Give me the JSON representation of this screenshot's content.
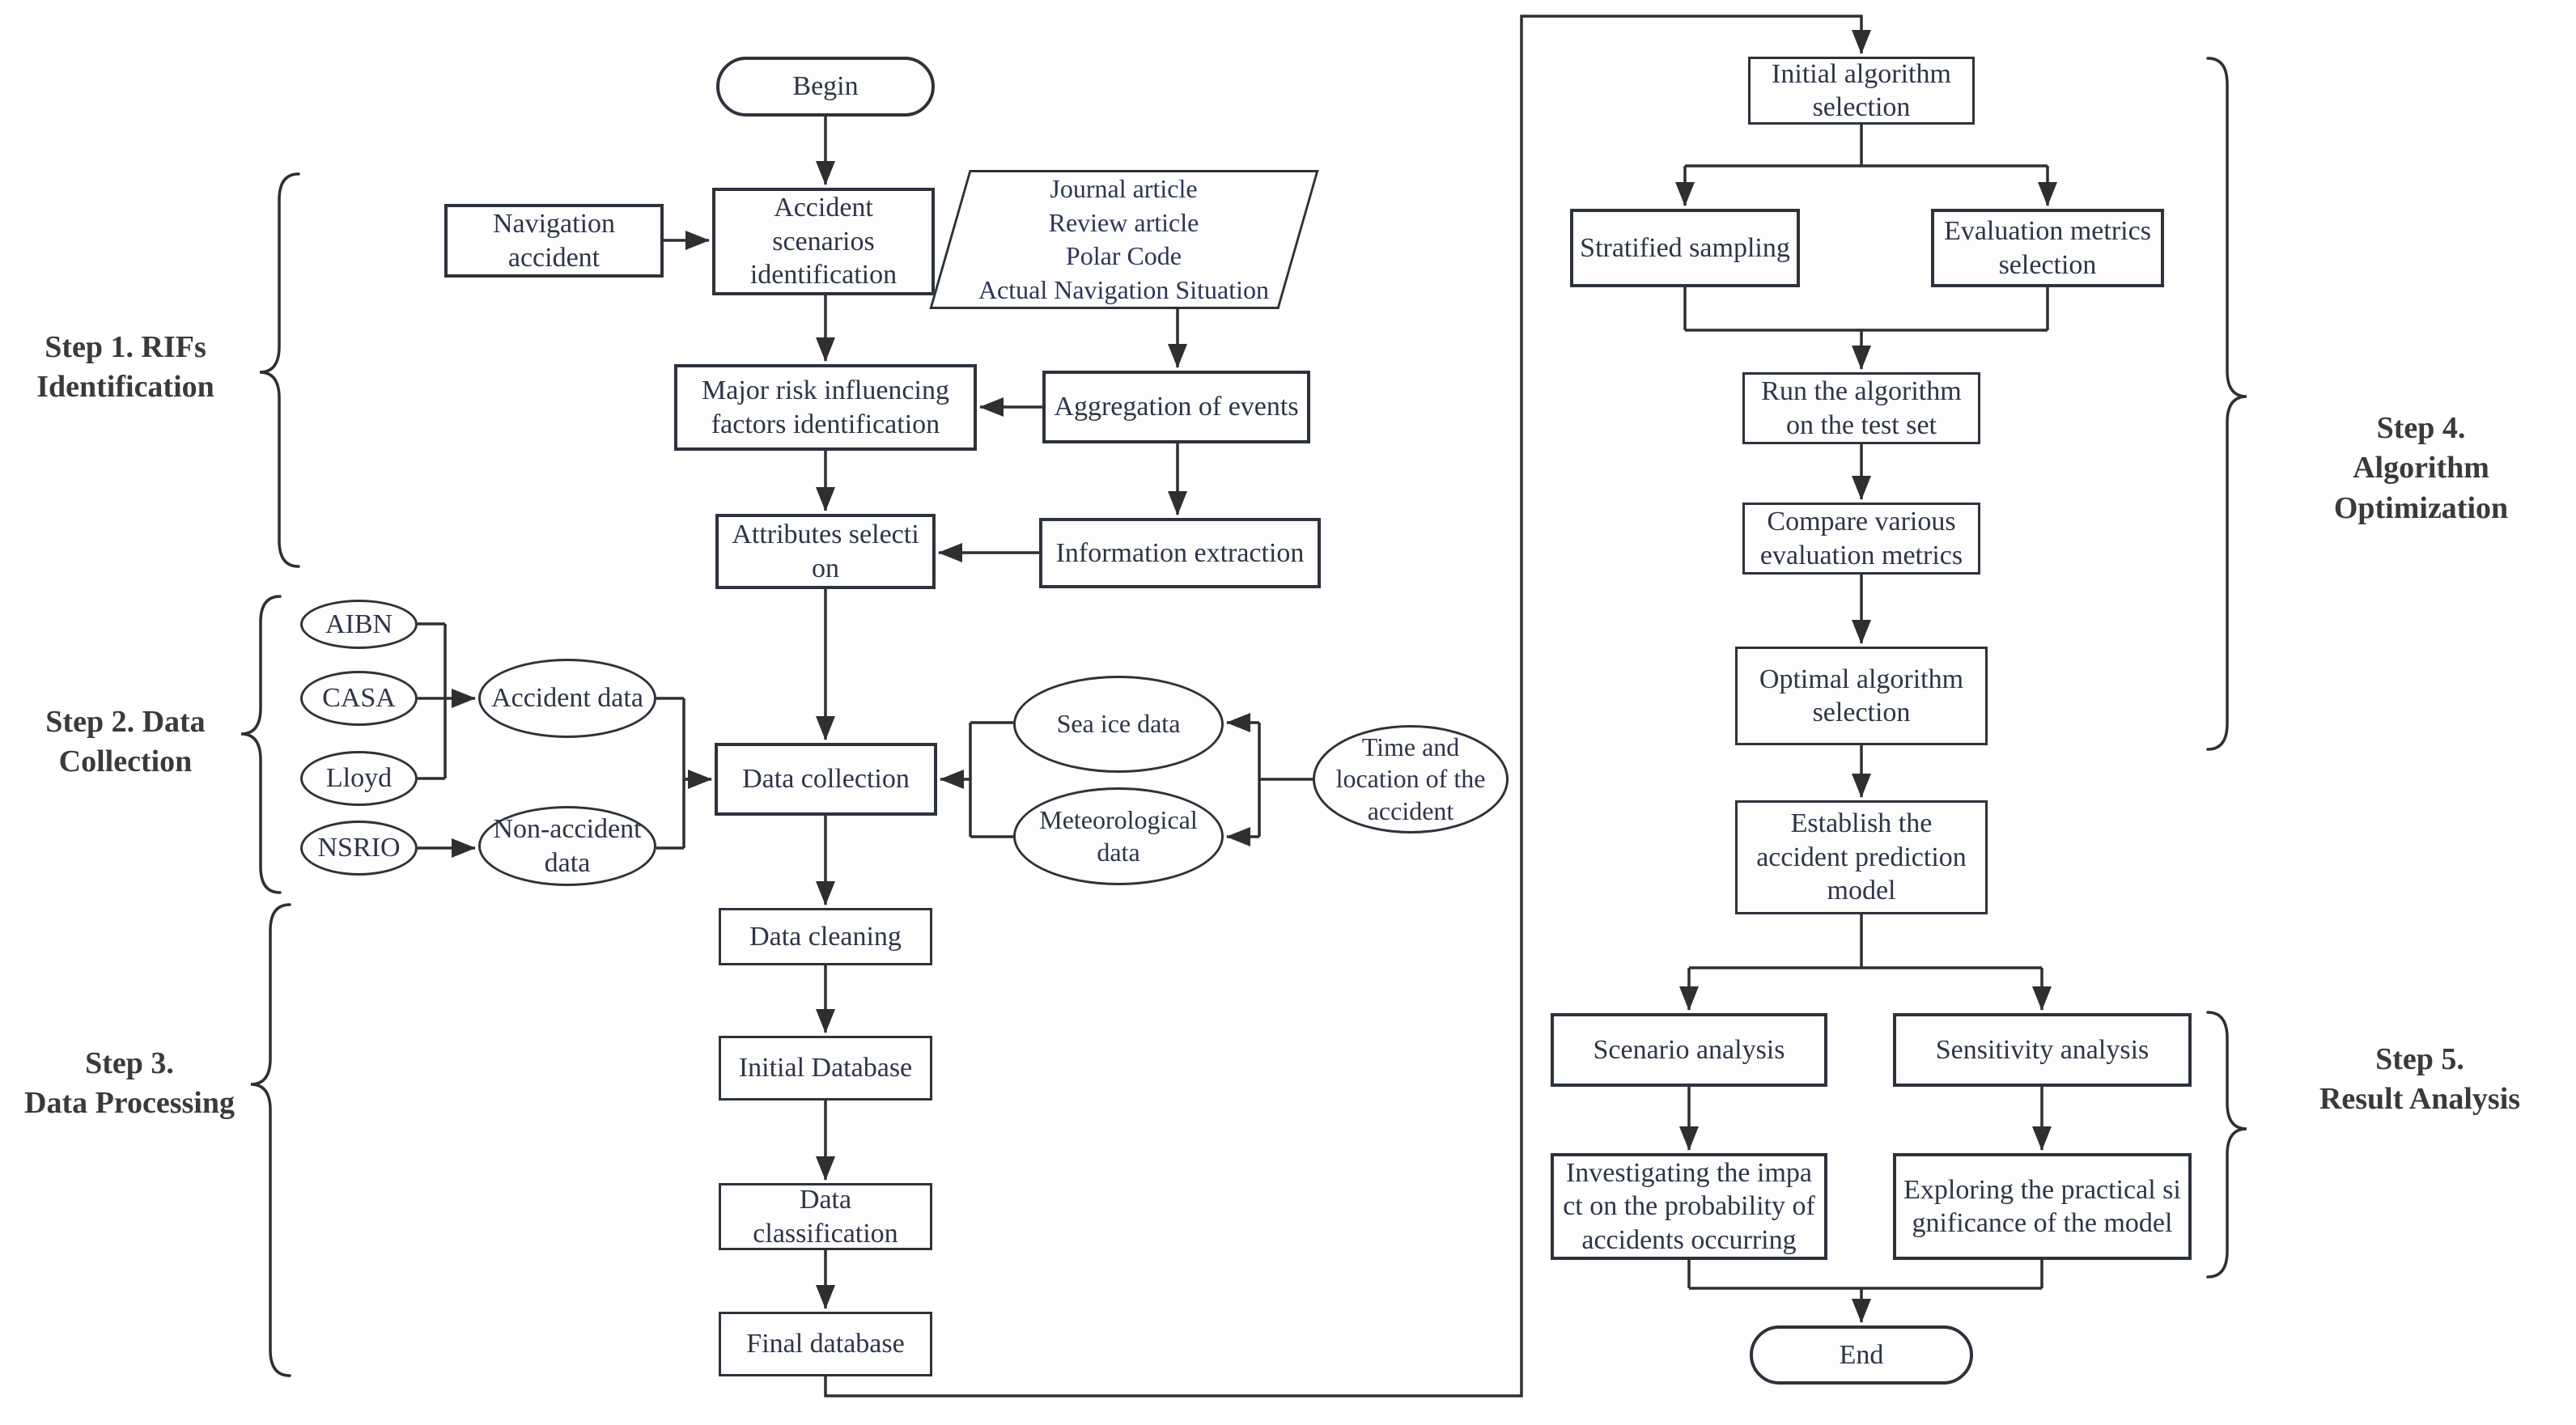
{
  "diagram_title": "Accident prediction methodology flowchart",
  "colors": {
    "line": "#2f2f2f",
    "node_border": "#2d333b",
    "node_text": "#2e3546",
    "parallelogram_text": "#2c3654",
    "step_label_text": "#3a3a3a",
    "background": "#ffffff"
  },
  "nodes": {
    "begin": "Begin",
    "navigation_accident": "Navigation accident",
    "accident_scenarios": "Accident scenarios identification",
    "major_risk": "Major risk influencing factors identification",
    "aggregation": "Aggregation of events",
    "attributes": "Attributes selection",
    "information_extraction": "Information extraction",
    "aibn": "AIBN",
    "casa": "CASA",
    "lloyd": "Lloyd",
    "nsrio": "NSRIO",
    "accident_data": "Accident data",
    "non_accident_data": "Non-accident data",
    "data_collection": "Data collection",
    "sea_ice": "Sea ice data",
    "meteorological": "Meteorological data",
    "time_location": "Time and location of the accident",
    "data_cleaning": "Data cleaning",
    "initial_database": "Initial Database",
    "data_classification": "Data classification",
    "final_database": "Final database",
    "initial_algorithm": "Initial algorithm selection",
    "stratified": "Stratified sampling",
    "evaluation_metrics": "Evaluation metrics selection",
    "run_algorithm": "Run the algorithm on the test set",
    "compare_metrics": "Compare various evaluation metrics",
    "optimal_algorithm": "Optimal algorithm selection",
    "establish_model": "Establish the accident prediction model",
    "scenario": "Scenario analysis",
    "sensitivity": "Sensitivity analysis",
    "investigating": "Investigating the impact on the probability of accidents occurring",
    "exploring": "Exploring the practical significance of the model",
    "end": "End"
  },
  "parallelogram": {
    "lines": [
      "Journal article",
      "Review article",
      "Polar Code",
      "Actual Navigation Situation"
    ]
  },
  "steps": [
    {
      "line1": "Step 1. RIFs",
      "line2": "Identification"
    },
    {
      "line1": "Step 2. Data",
      "line2": "Collection"
    },
    {
      "line1": "Step 3.",
      "line2": "Data Processing"
    },
    {
      "line1": "Step 4.",
      "line2": "Algorithm Optimization"
    },
    {
      "line1": "Step 5.",
      "line2": "Result Analysis"
    }
  ]
}
